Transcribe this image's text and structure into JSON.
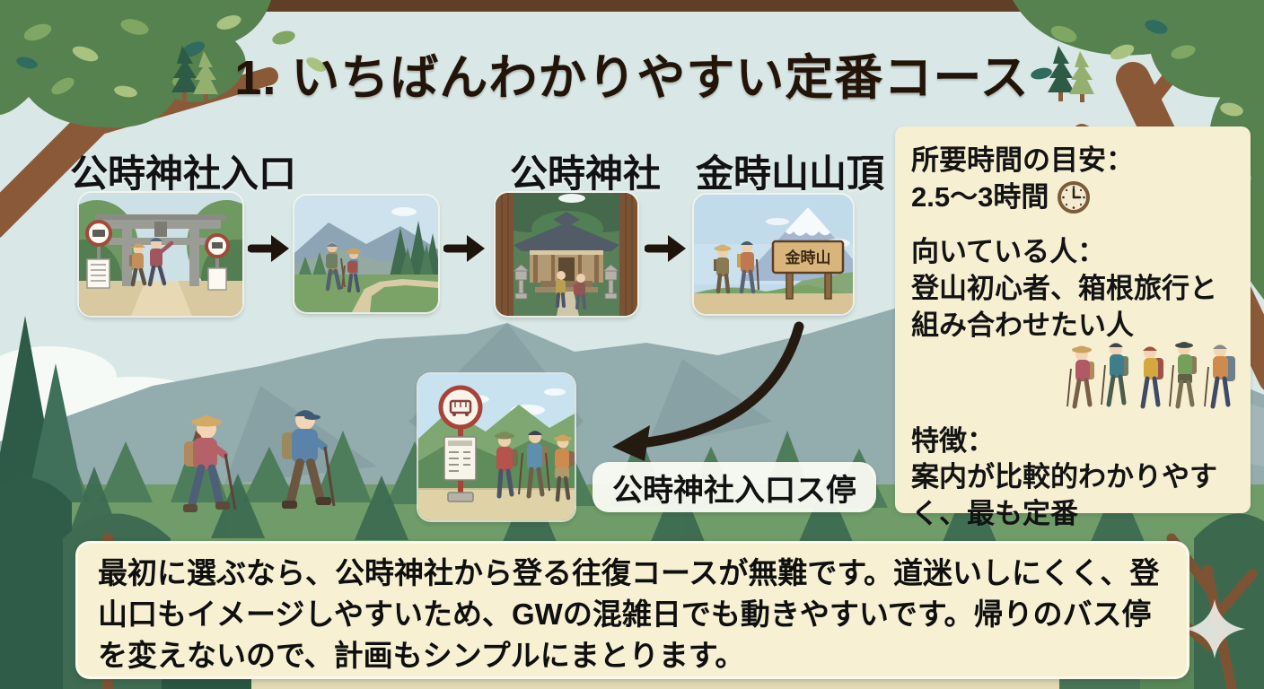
{
  "title": "1. いちばんわかりやすい定番コース",
  "flow": {
    "stations": [
      {
        "name": "公時神社入口",
        "scene": "torii-entrance"
      },
      {
        "name": "",
        "scene": "forest-trail"
      },
      {
        "name": "公時神社",
        "scene": "shrine"
      },
      {
        "name": "金時山山頂",
        "scene": "summit"
      },
      {
        "name": "公時神社入口ス停",
        "scene": "bus-stop"
      }
    ],
    "summit_sign": "金時山"
  },
  "info_panel": {
    "duration_label": "所要時間の目安：",
    "duration_value": "2.5〜3時間",
    "clock_icon": "clock",
    "suited_label": "向いている人：",
    "suited_value": "登山初心者、箱根旅行と組み合わせたい人",
    "features_label": "特徴：",
    "features_value": "案内が比較的わかりやすく、最も定番"
  },
  "description": "最初に選ぶなら、公時神社から登る往復コースが無難です。道迷いしにくく、登山口もイメージしやすいため、GWの混雑日でも動きやすいです。帰りのバス停を変えないので、計画もシンプルにまとります。",
  "colors": {
    "sky": "#d9e8e6",
    "panel_cream": "#f6efd2",
    "mountain_blue": "#93acae",
    "forest_green": "#6f9c68",
    "dark_pine": "#2e5b48",
    "trunk_brown": "#8a5a38",
    "text_black": "#131313",
    "bus_sign_red": "#a8433a"
  }
}
